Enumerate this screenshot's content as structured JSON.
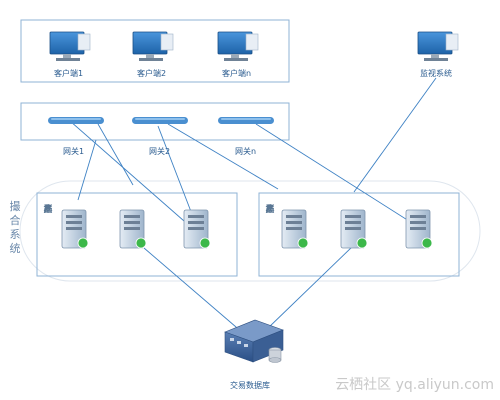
{
  "clients": [
    {
      "label": "客户端1",
      "icon": "monitor-icon"
    },
    {
      "label": "客户端2",
      "icon": "monitor-icon"
    },
    {
      "label": "客户端n",
      "icon": "monitor-icon"
    }
  ],
  "monitor": {
    "label": "监视系统",
    "icon": "monitor-icon"
  },
  "gateways": [
    {
      "label": "网关1",
      "icon": "gateway-icon"
    },
    {
      "label": "网关2",
      "icon": "gateway-icon"
    },
    {
      "label": "网关n",
      "icon": "gateway-icon"
    }
  ],
  "matching_system": {
    "label": "撮合系统"
  },
  "cluster_a": {
    "label": "产品A集群",
    "label_chars": [
      "产",
      "品",
      "A",
      "集",
      "群"
    ],
    "servers": 3
  },
  "cluster_n": {
    "label": "产品N集群",
    "label_chars": [
      "产",
      "品",
      "N",
      "集",
      "群"
    ],
    "servers": 3
  },
  "database": {
    "label": "交易数据库",
    "icon": "database-server-icon"
  },
  "watermark": "云栖社区 yq.aliyun.com",
  "colors": {
    "line": "#3f82c4",
    "box_border": "#8fb3d6",
    "monitor_screen": "#2d78c2",
    "gateway_bar": "#4a8fd0",
    "server_body": "#c7d6e6",
    "green_dot": "#3cb84a"
  }
}
